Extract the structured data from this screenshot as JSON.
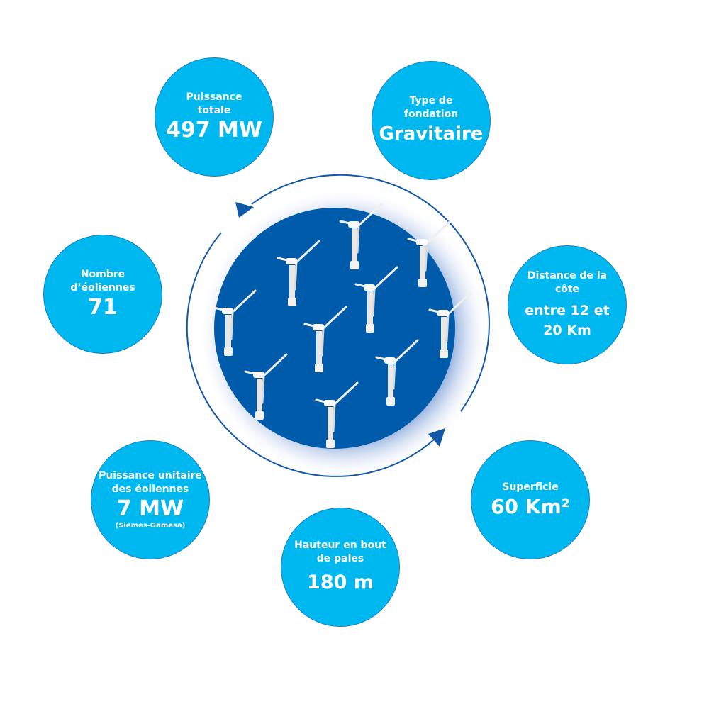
{
  "colors": {
    "bubble": "#00b8f0",
    "center": "#005baa",
    "ring": "#1258a8"
  },
  "stats": [
    {
      "label": "Puissance totale",
      "value": "497 MW"
    },
    {
      "label": "Type de fondation",
      "value": "Gravitaire"
    },
    {
      "label": "Distance de la côte",
      "value": "entre 12 et 20 Km"
    },
    {
      "label": "Superficie",
      "value": "60 Km²"
    },
    {
      "label": "Hauteur en bout de pales",
      "value": "180 m"
    },
    {
      "label": "Puissance unitaire des éoliennes",
      "value": "7 MW",
      "note": "(Siemes-Gamesa)"
    },
    {
      "label": "Nombre d’éoliennes",
      "value": "71"
    }
  ]
}
